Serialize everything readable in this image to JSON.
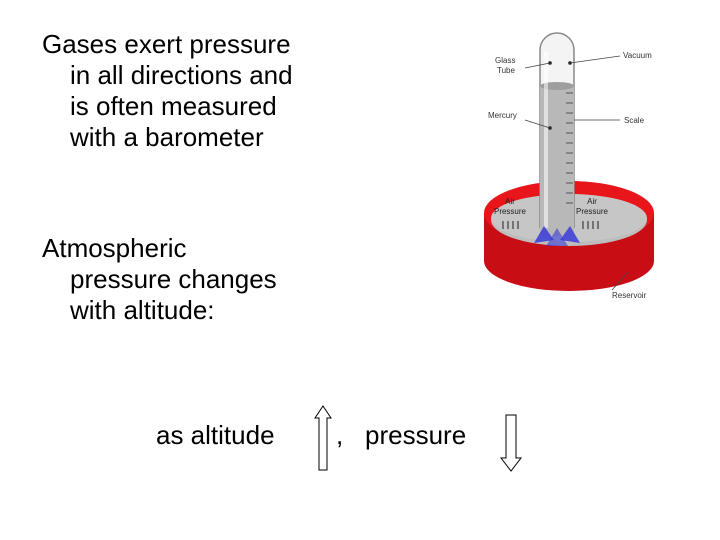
{
  "bullets": [
    {
      "lines": [
        "Gases exert pressure",
        "in all directions and",
        "is often measured",
        "with a barometer"
      ]
    },
    {
      "lines": [
        "Atmospheric",
        "pressure changes",
        "with altitude:"
      ]
    }
  ],
  "altitude": {
    "part1": "as altitude",
    "part2": ",",
    "part3": "pressure"
  },
  "barometer": {
    "labels": {
      "glass_tube_1": "Glass",
      "glass_tube_2": "Tube",
      "vacuum": "Vacuum",
      "mercury": "Mercury",
      "scale": "Scale",
      "air_left_1": "Air",
      "air_left_2": "Pressure",
      "air_right_1": "Air",
      "air_right_2": "Pressure",
      "reservoir": "Reservoir"
    },
    "colors": {
      "reservoir": "#e8151b",
      "mercury": "#b8b8b8",
      "air_arrows": "#3a3ad8"
    }
  }
}
